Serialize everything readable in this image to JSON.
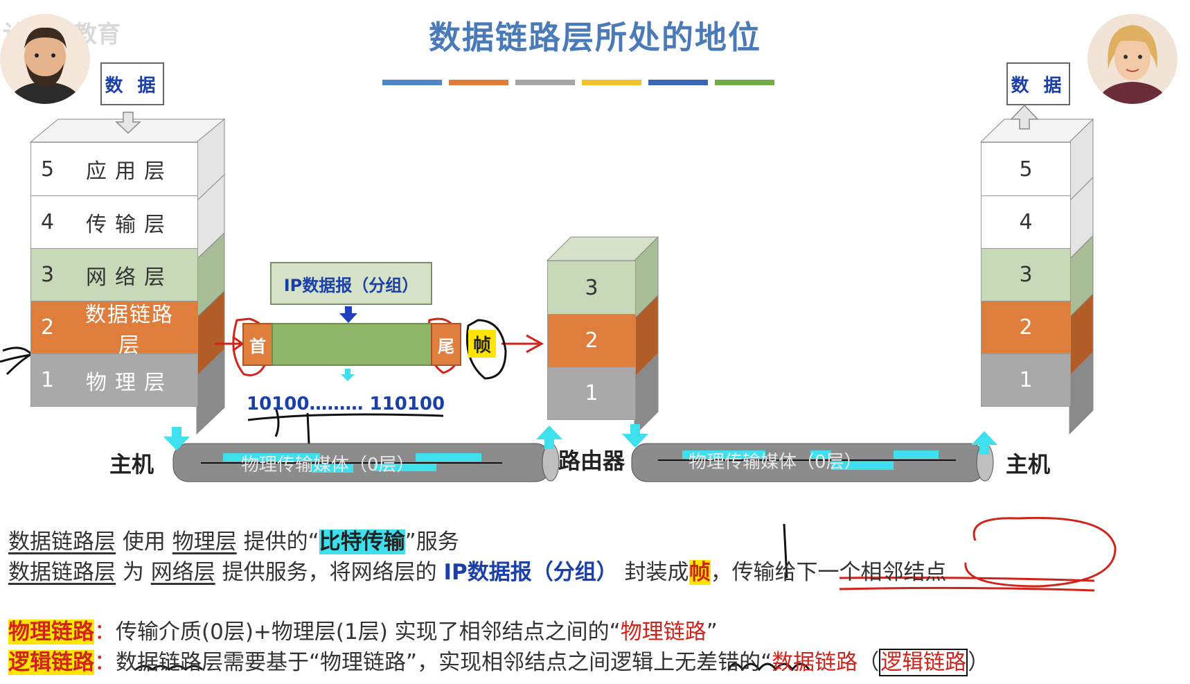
{
  "title": "数据链路层所处的地位",
  "watermark": "计算机教育",
  "color_bar": [
    "#4f86c6",
    "#e07b39",
    "#a5a5a5",
    "#f2c12e",
    "#3a66b5",
    "#70ad47"
  ],
  "left_host": {
    "data_label": "数 据",
    "layers": [
      {
        "num": "5",
        "name": "应用层"
      },
      {
        "num": "4",
        "name": "传输层"
      },
      {
        "num": "3",
        "name": "网络层"
      },
      {
        "num": "2",
        "name": "数据链路层"
      },
      {
        "num": "1",
        "name": "物理层"
      }
    ],
    "label": "主机"
  },
  "right_host": {
    "data_label": "数 据",
    "layers": [
      "5",
      "4",
      "3",
      "2",
      "1"
    ],
    "label": "主机"
  },
  "router": {
    "layers": [
      "3",
      "2",
      "1"
    ],
    "label": "路由器"
  },
  "frame": {
    "ip_packet_label": "IP数据报（分组）",
    "header": "首",
    "trailer": "尾",
    "frame_label": "帧",
    "bits": "10100……… 110100"
  },
  "media": {
    "left": "物理传输媒体（0层）",
    "right": "物理传输媒体（0层）"
  },
  "text": {
    "line1": {
      "p1": "数据链路层",
      "p2": " 使用 ",
      "p3": "物理层",
      "p4": " 提供的“",
      "p5": "比特传输",
      "p6": "”服务"
    },
    "line2": {
      "p1": "数据链路层",
      "p2": " 为 ",
      "p3": "网络层",
      "p4": " 提供服务，将网络层的 ",
      "p5": "IP数据报（分组）",
      "p6": " 封装成",
      "p7": "帧",
      "p8": "，传输给下一个相邻结点"
    },
    "line3": {
      "key": "物理链路",
      "colon": "：",
      "p1": "传输介质(0层)+物理层(1层) 实现了相邻结点之间的“",
      "p2": "物理链路",
      "p3": "”"
    },
    "line4": {
      "key": "逻辑链路",
      "colon": "：",
      "p1": "数据链路层需要基于“物理链路”，实现相邻结点之间逻辑上无差错的“",
      "p2": "数据链路",
      "p3": "（",
      "p4": "逻辑链路",
      "p5": "）"
    }
  }
}
